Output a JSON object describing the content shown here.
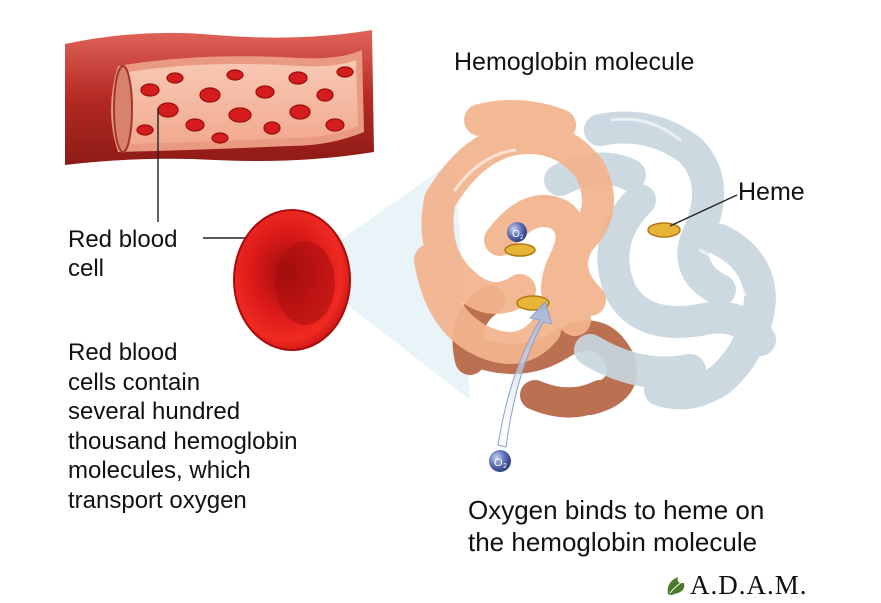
{
  "labels": {
    "hemoglobin_title": "Hemoglobin molecule",
    "heme": "Heme",
    "red_blood_cell": "Red blood\ncell",
    "description": "Red blood\ncells contain\nseveral hundred\nthousand hemoglobin\nmolecules, which\ntransport oxygen",
    "oxygen_caption": "Oxygen binds to heme on\nthe hemoglobin molecule",
    "o2_symbol": "O",
    "o2_subscript": "2"
  },
  "logo": {
    "text": "A.D.A.M."
  },
  "icons": {
    "logo": "leaf-icon",
    "oxygen": "oxygen-molecule-icon"
  },
  "colors": {
    "vessel": "#c0342e",
    "blood_cell": "#e21616",
    "globin_orange": "#f3b48e",
    "globin_brown": "#b86a48",
    "globin_blue": "#c9d6df",
    "heme": "#e8b437",
    "oxygen": "#4d5fa8"
  }
}
